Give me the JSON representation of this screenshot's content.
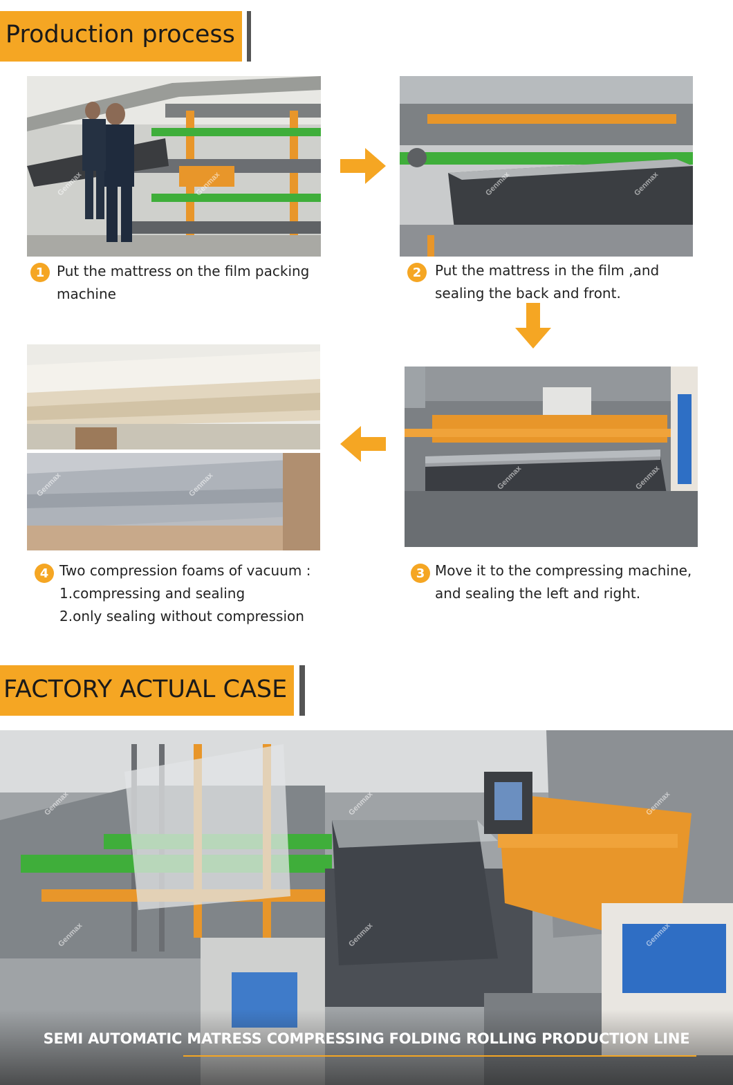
{
  "sections": {
    "process_title": "Production process",
    "factory_title": "FACTORY ACTUAL CASE"
  },
  "steps": [
    {
      "num": "1",
      "lines": [
        "Put the mattress on the film packing",
        "machine"
      ]
    },
    {
      "num": "2",
      "lines": [
        "Put the mattress in the film ,and",
        "sealing the back and front."
      ]
    },
    {
      "num": "3",
      "lines": [
        "Move it to the compressing machine,",
        "and sealing the left and right."
      ]
    },
    {
      "num": "4",
      "lines": [
        "Two compression foams of vacuum :",
        "1.compressing and sealing",
        "2.only sealing without compression"
      ]
    }
  ],
  "watermark": "Genmax",
  "banner": {
    "caption": "SEMI AUTOMATIC MATRESS COMPRESSING FOLDING ROLLING  PRODUCTION LINE"
  },
  "colors": {
    "accent": "#f5a623",
    "machine_orange": "#e8962a",
    "machine_green": "#3fae3a",
    "machine_grey": "#6b6e72"
  },
  "icons": {
    "arrow": "arrow-right-icon",
    "badge": "number-badge"
  }
}
